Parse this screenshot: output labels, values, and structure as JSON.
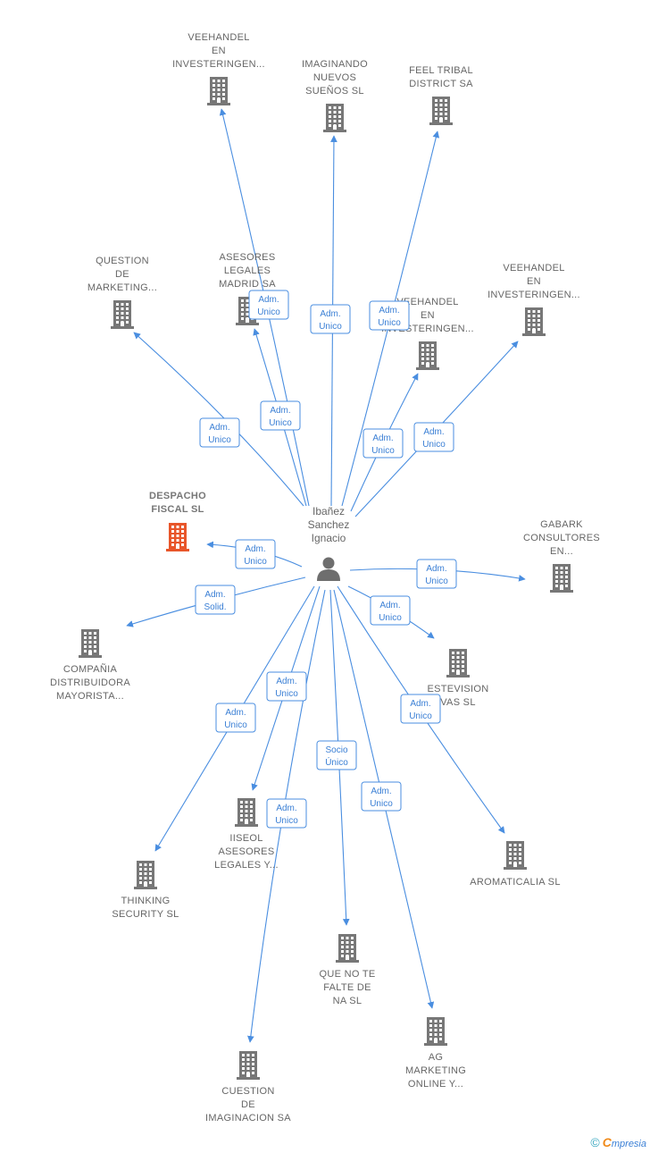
{
  "colors": {
    "edge": "#4a8ee0",
    "label_text": "#3a7fd5",
    "building": "#777777",
    "building_main": "#e8562a",
    "person": "#6e6e6e"
  },
  "person": {
    "lines": [
      "Ibañez",
      "Sanchez",
      "Ignacio"
    ],
    "icon": "person-icon"
  },
  "companies": [
    {
      "id": "veehandel-top",
      "lines": [
        "VEEHANDEL",
        "EN",
        "INVESTERINGEN..."
      ],
      "icon": "building-icon"
    },
    {
      "id": "imaginando",
      "lines": [
        "IMAGINANDO",
        "NUEVOS",
        "SUEÑOS  SL"
      ],
      "icon": "building-icon"
    },
    {
      "id": "feel-tribal",
      "lines": [
        "FEEL TRIBAL",
        "DISTRICT SA"
      ],
      "icon": "building-icon"
    },
    {
      "id": "question-marketing",
      "lines": [
        "QUESTION",
        "DE",
        "MARKETING..."
      ],
      "icon": "building-icon"
    },
    {
      "id": "asesores-legales",
      "lines": [
        "ASESORES",
        "LEGALES",
        "MADRID SA"
      ],
      "icon": "building-icon"
    },
    {
      "id": "veehandel-mid",
      "lines": [
        "VEEHANDEL",
        "EN",
        "INVESTERINGEN..."
      ],
      "icon": "building-icon"
    },
    {
      "id": "veehandel-right",
      "lines": [
        "VEEHANDEL",
        "EN",
        "INVESTERINGEN..."
      ],
      "icon": "building-icon"
    },
    {
      "id": "despacho-fiscal",
      "lines": [
        "DESPACHO",
        "FISCAL SL"
      ],
      "icon": "building-icon",
      "main": true
    },
    {
      "id": "gabark",
      "lines": [
        "GABARK",
        "CONSULTORES",
        "EN..."
      ],
      "icon": "building-icon"
    },
    {
      "id": "compania-distribuidora",
      "lines": [
        "COMPAÑIA",
        "DISTRIBUIDORA",
        "MAYORISTA..."
      ],
      "icon": "building-icon"
    },
    {
      "id": "estevision",
      "lines": [
        "ESTEVISION",
        "VAS SL"
      ],
      "icon": "building-icon"
    },
    {
      "id": "iiseol",
      "lines": [
        "IISEOL",
        "ASESORES",
        "LEGALES Y..."
      ],
      "icon": "building-icon"
    },
    {
      "id": "thinking-security",
      "lines": [
        "THINKING",
        "SECURITY SL"
      ],
      "icon": "building-icon"
    },
    {
      "id": "aromaticalia",
      "lines": [
        "AROMATICALIA SL"
      ],
      "icon": "building-icon"
    },
    {
      "id": "que-no-te-falte",
      "lines": [
        "QUE NO TE",
        "FALTE DE",
        "NA SL"
      ],
      "icon": "building-icon"
    },
    {
      "id": "ag-marketing",
      "lines": [
        "AG",
        "MARKETING",
        "ONLINE Y..."
      ],
      "icon": "building-icon"
    },
    {
      "id": "cuestion-imaginacion",
      "lines": [
        "CUESTION",
        "DE",
        "IMAGINACION SA"
      ],
      "icon": "building-icon"
    }
  ],
  "relations": [
    {
      "target": "veehandel-top",
      "lines": [
        "Adm.",
        "Unico"
      ]
    },
    {
      "target": "imaginando",
      "lines": [
        "Adm.",
        "Unico"
      ]
    },
    {
      "target": "feel-tribal",
      "lines": [
        "Adm.",
        "Unico"
      ]
    },
    {
      "target": "question-marketing",
      "lines": [
        "Adm.",
        "Unico"
      ]
    },
    {
      "target": "asesores-legales",
      "lines": [
        "Adm.",
        "Unico"
      ]
    },
    {
      "target": "veehandel-mid",
      "lines": [
        "Adm.",
        "Unico"
      ]
    },
    {
      "target": "veehandel-right",
      "lines": [
        "Adm.",
        "Unico"
      ]
    },
    {
      "target": "despacho-fiscal",
      "lines": [
        "Adm.",
        "Unico"
      ]
    },
    {
      "target": "compania-distribuidora",
      "lines": [
        "Adm.",
        "Solid."
      ]
    },
    {
      "target": "gabark",
      "lines": [
        "Adm.",
        "Unico"
      ]
    },
    {
      "target": "estevision",
      "lines": [
        "Adm.",
        "Unico"
      ]
    },
    {
      "target": "iiseol",
      "lines": [
        "Adm.",
        "Unico"
      ]
    },
    {
      "target": "thinking-security",
      "lines": [
        "Adm.",
        "Unico"
      ]
    },
    {
      "target": "aromaticalia",
      "lines": [
        "Adm.",
        "Unico"
      ]
    },
    {
      "target": "que-no-te-falte",
      "lines": [
        "Socio",
        "Único"
      ]
    },
    {
      "target": "ag-marketing",
      "lines": [
        "Adm.",
        "Unico"
      ]
    },
    {
      "target": "cuestion-imaginacion",
      "lines": [
        "Adm.",
        "Unico"
      ]
    }
  ],
  "footer": {
    "copyright": "©",
    "brand_initial": "C",
    "brand_rest": "mpresia"
  }
}
